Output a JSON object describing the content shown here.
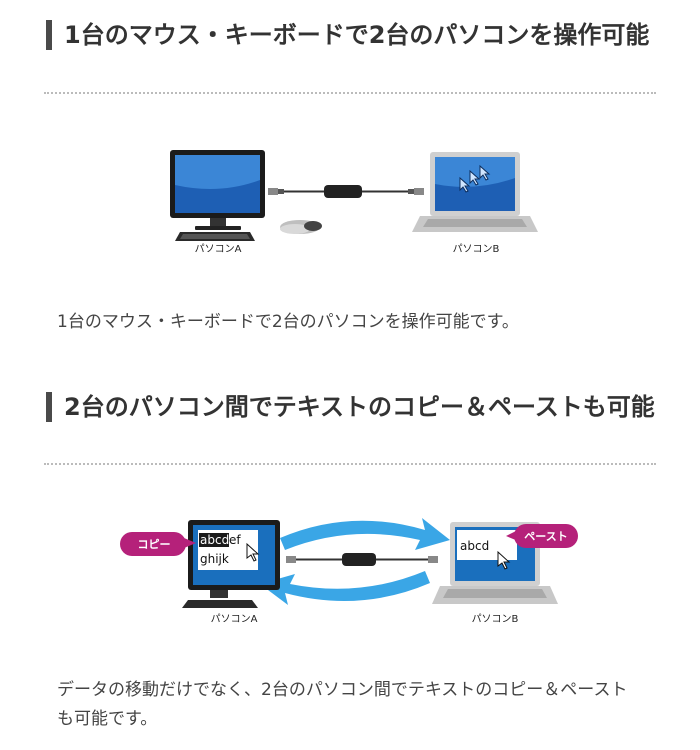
{
  "section1": {
    "heading": "1台のマウス・キーボードで2台のパソコンを操作可能",
    "pc_a_label": "パソコンA",
    "pc_b_label": "パソコンB",
    "description": "1台のマウス・キーボードで2台のパソコンを操作可能です。"
  },
  "section2": {
    "heading": "2台のパソコン間でテキストのコピー＆ペーストも可能",
    "pc_a_label": "パソコンA",
    "pc_b_label": "パソコンB",
    "copy_badge": "コピー",
    "paste_badge": "ペースト",
    "screen_a_line1_selected": "abcd",
    "screen_a_line1_rest": "ef",
    "screen_a_line2": "ghijk",
    "screen_b_text": "abcd",
    "description": "データの移動だけでなく、2台のパソコン間でテキストのコピー＆ペーストも可能です。"
  },
  "colors": {
    "accent_magenta": "#b5217a",
    "arrow_blue": "#3aa6e6",
    "screen_blue": "#1a6fbd",
    "heading_bar": "#4a4a4a"
  }
}
